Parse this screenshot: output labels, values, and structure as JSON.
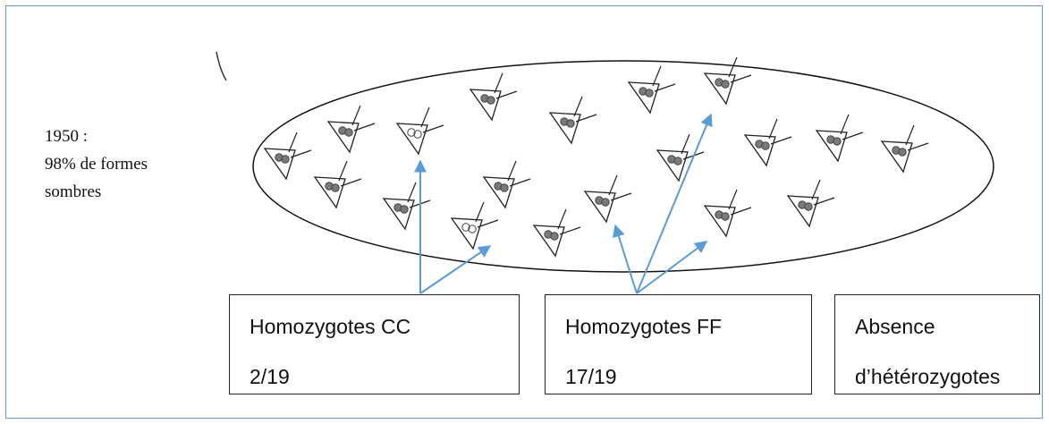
{
  "population": {
    "year_label": "1950 :",
    "percent_label": "98% de formes",
    "form_label": "sombres"
  },
  "boxes": [
    {
      "id": "cc",
      "title": "Homozygotes CC",
      "value": "2/19"
    },
    {
      "id": "ff",
      "title": "Homozygotes FF",
      "value": "17/19"
    },
    {
      "id": "het",
      "title": "Absence",
      "value": "d’hétérozygotes"
    }
  ],
  "colors": {
    "frame": "#6b9bd1",
    "arrow": "#5b9bd5",
    "ink": "#222222"
  },
  "moth_icon": "moth-icon",
  "moth_count": 19
}
